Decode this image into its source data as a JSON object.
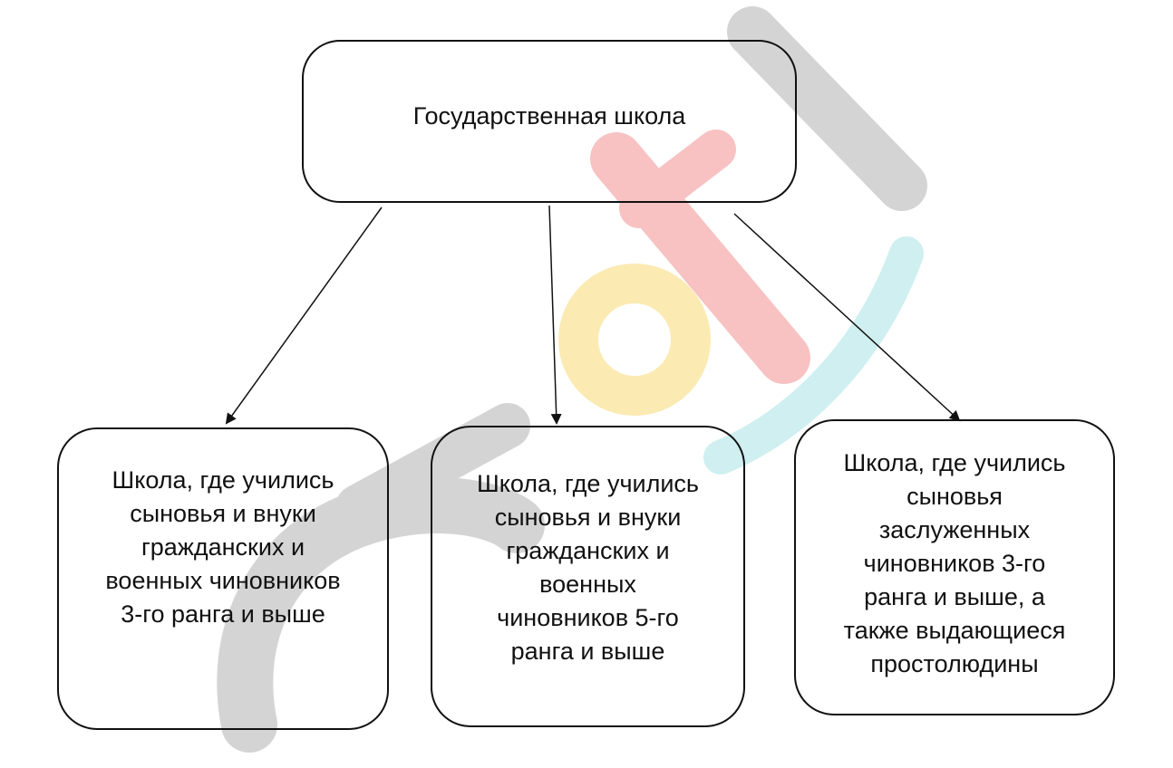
{
  "diagram": {
    "root": {
      "label": "Государственная школа"
    },
    "children": [
      {
        "label": "Школа, где учились\nсыновья и внуки\nгражданских и\nвоенных чиновников\n3-го ранга и выше"
      },
      {
        "label": "Школа, где учились\nсыновья и внуки\nгражданских и\nвоенных\nчиновников 5-го\nранга и выше"
      },
      {
        "label": "Школа, где учились\nсыновья\nзаслуженных\nчиновников 3-го\nранга и выше, а\nтакже выдающиеся\nпростолюдины"
      }
    ],
    "edges": [
      {
        "from": "root",
        "to": "child-1"
      },
      {
        "from": "root",
        "to": "child-2"
      },
      {
        "from": "root",
        "to": "child-3"
      }
    ]
  },
  "watermark": {
    "icon": "eurok-logo-watermark",
    "colors": {
      "gray": "#d4d4d4",
      "red": "#f8c2c2",
      "yellow": "#fbeab2",
      "cyan": "#cfeff0"
    }
  },
  "style": {
    "line_color": "#111111",
    "background": "#ffffff"
  }
}
